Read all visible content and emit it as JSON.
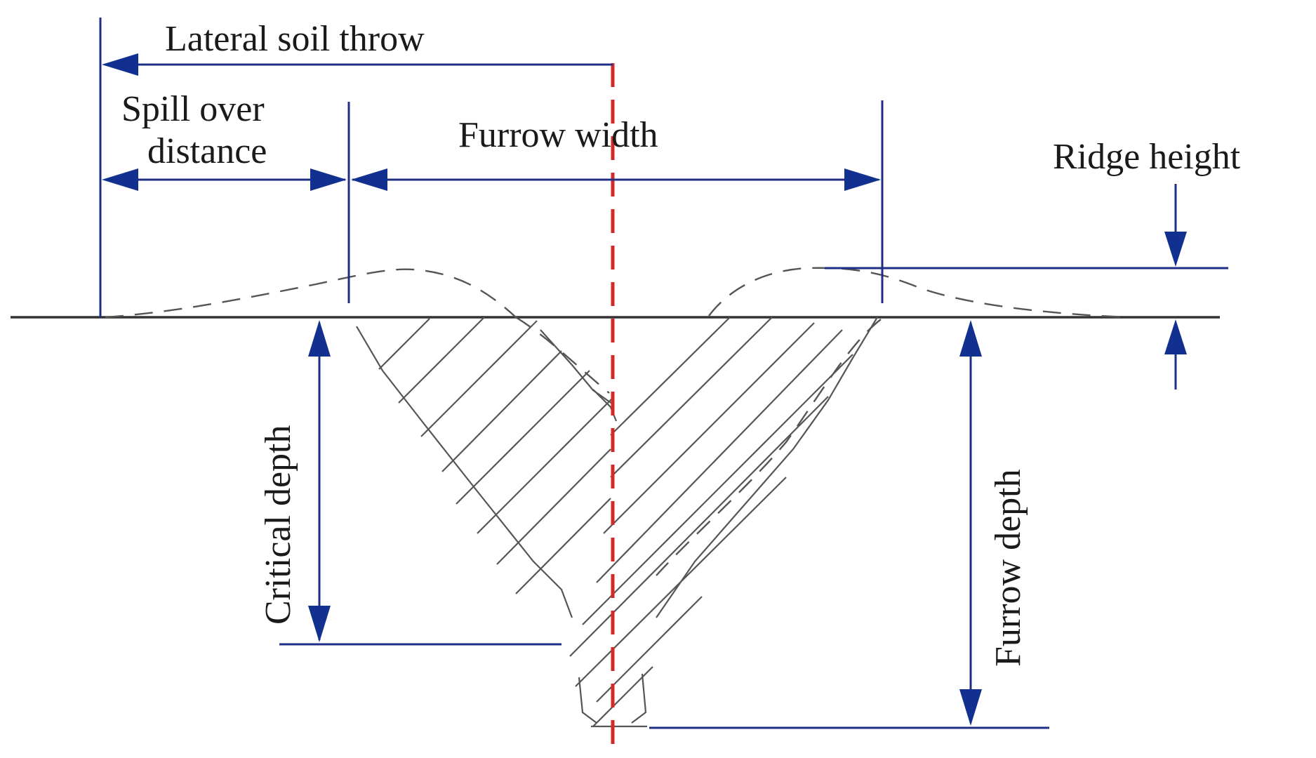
{
  "labels": {
    "lateral_soil_throw": "Lateral soil throw",
    "spill_over_line1": "Spill over",
    "spill_over_line2": "distance",
    "furrow_width": "Furrow width",
    "ridge_height": "Ridge height",
    "critical_depth": "Critical depth",
    "furrow_depth": "Furrow depth"
  },
  "colors": {
    "dimension_lines": "#1f2f86",
    "arrowheads": "#12308f",
    "center_axis": "#d22a2a",
    "soil_outline": "#555555",
    "ground_line": "#333333",
    "background": "#ffffff"
  }
}
